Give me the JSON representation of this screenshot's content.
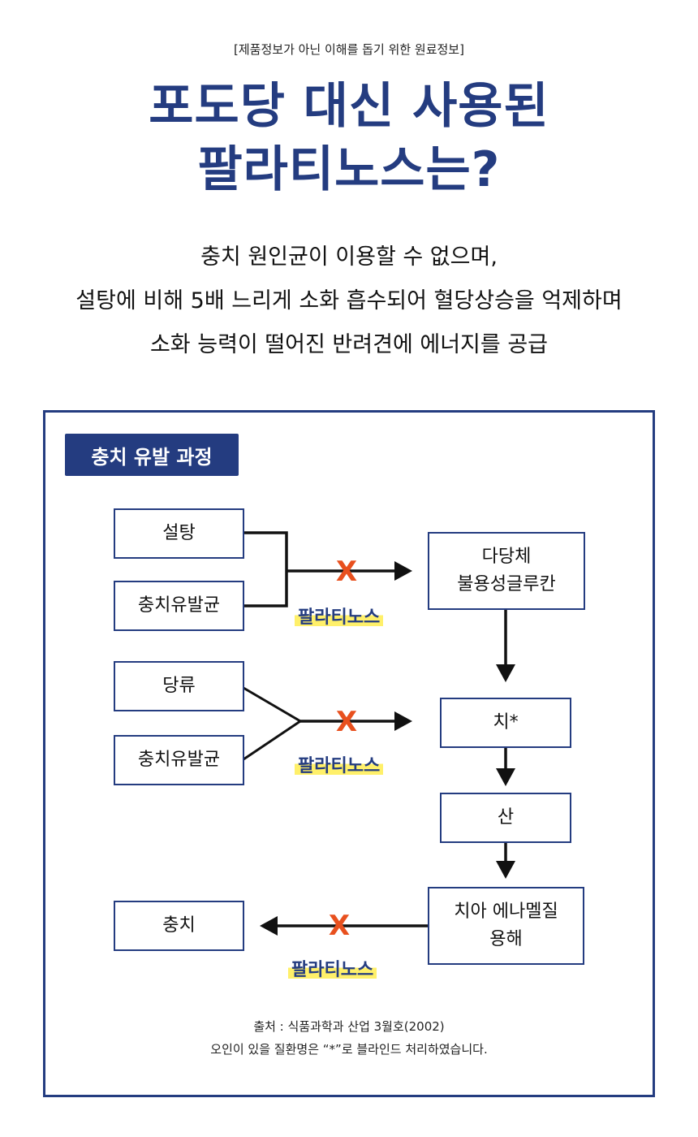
{
  "header": {
    "notice": "[제품정보가 아닌 이해를 돕기 위한 원료정보]",
    "title_line1": "포도당 대신 사용된",
    "title_line2": "팔라티노스는?"
  },
  "description": {
    "line1": "충치 원인균이 이용할 수 없으며,",
    "line2": "설탕에 비해 5배 느리게 소화 흡수되어 혈당상승을 억제하며",
    "line3": "소화 능력이 떨어진 반려견에 에너지를 공급"
  },
  "diagram": {
    "badge": "충치 유발 과정",
    "left_nodes": {
      "sugar": "설탕",
      "bacteria_1": "충치유발균",
      "saccharide": "당류",
      "bacteria_2": "충치유발균",
      "cavity": "충치"
    },
    "right_nodes": {
      "glucan_line1": "다당체",
      "glucan_line2": "불용성글루칸",
      "plaque": "치*",
      "acid": "산",
      "enamel_line1": "치아 에나멜질",
      "enamel_line2": "용해"
    },
    "blocker_label_1": "팔라티노스",
    "blocker_label_2": "팔라티노스",
    "blocker_label_3": "팔라티노스",
    "block_mark_1": "X",
    "block_mark_2": "X",
    "block_mark_3": "X",
    "colors": {
      "primary": "#243c80",
      "block_mark": "#e8501e",
      "highlight": "#fff06a",
      "line": "#111111"
    }
  },
  "source": {
    "line1": "출처 : 식품과학과 산업 3월호(2002)",
    "line2": "오인이 있을 질환명은 “*”로 블라인드 처리하였습니다."
  }
}
